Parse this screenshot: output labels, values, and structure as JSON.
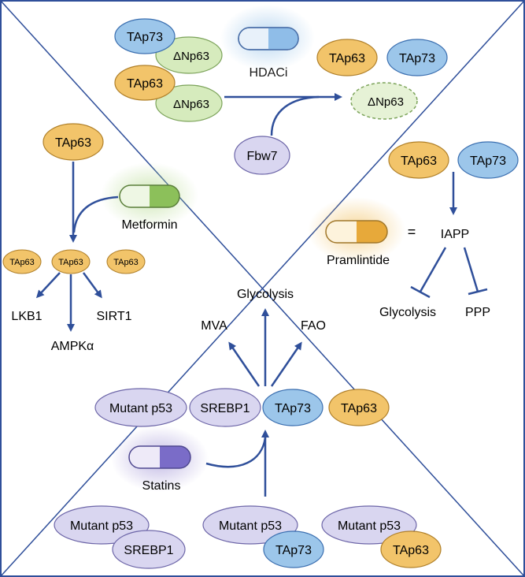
{
  "colors": {
    "frame": "#2f4f9a",
    "arrow": "#2f4f9a",
    "blue_fill": "#9cc6ea",
    "blue_stroke": "#3b6fb0",
    "orange_fill": "#f2c46a",
    "orange_stroke": "#b0802a",
    "green_fill": "#d6ebbd",
    "green_stroke": "#7ca35a",
    "purple_fill": "#d9d6f0",
    "purple_stroke": "#6d66a8",
    "text": "#1a1a1a"
  },
  "top": {
    "tap73": "TAp73",
    "dnp63": "ΔNp63",
    "tap63": "TAp63",
    "hdaci": "HDACi",
    "fbw7": "Fbw7"
  },
  "left": {
    "tap63": "TAp63",
    "metformin": "Metformin",
    "lkb1": "LKB1",
    "sirt1": "SIRT1",
    "ampk": "AMPKα"
  },
  "right": {
    "tap63": "TAp63",
    "tap73": "TAp73",
    "equals": "=",
    "iapp": "IAPP",
    "pramlintide": "Pramlintide",
    "glycolysis": "Glycolysis",
    "ppp": "PPP"
  },
  "bottom": {
    "glycolysis": "Glycolysis",
    "mva": "MVA",
    "fao": "FAO",
    "mutant_p53": "Mutant p53",
    "srebp1": "SREBP1",
    "tap73": "TAp73",
    "tap63": "TAp63",
    "statins": "Statins"
  }
}
